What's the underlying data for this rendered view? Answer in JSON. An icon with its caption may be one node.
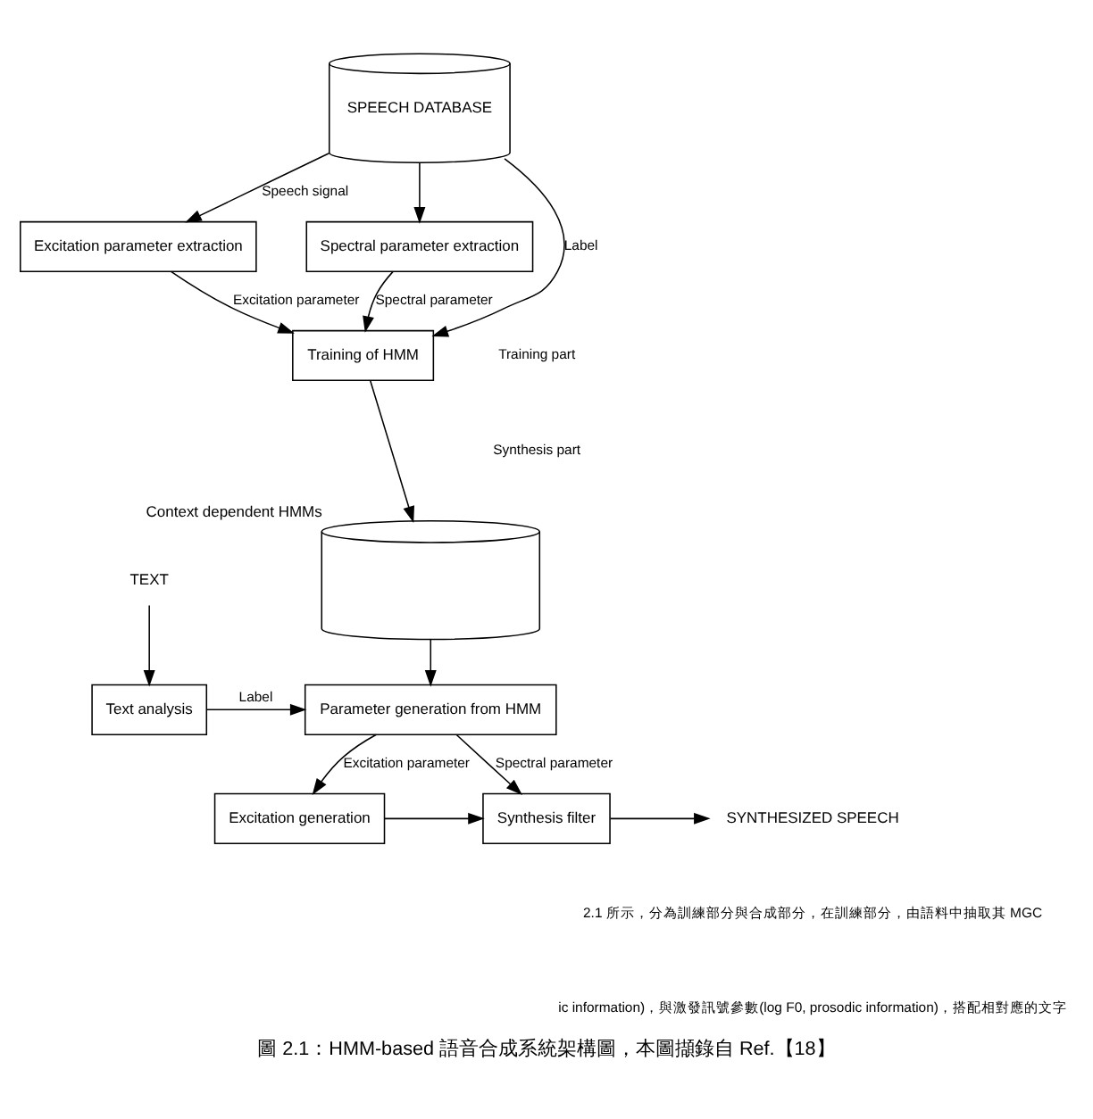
{
  "diagram": {
    "caption": "圖 2.1：HMM-based 語音合成系統架構圖，本圖擷錄自 Ref.【18】",
    "nodes": [
      {
        "text": [
          "SPEECH DATABASE"
        ]
      },
      {
        "text": [
          "Excitation parameter extraction"
        ]
      },
      {
        "text": [
          "Spectral parameter extraction"
        ]
      },
      {
        "text": [
          "Training of HMM"
        ]
      },
      {
        "text": [],
        "shape": "cylinder",
        "beside": [
          "Context dependent HMMs"
        ]
      },
      {
        "text": [
          "TEXT"
        ]
      },
      {
        "text": [
          "Text analysis"
        ]
      },
      {
        "text": [
          "Parameter generation from HMM"
        ]
      },
      {
        "text": [
          "Excitation generation"
        ]
      },
      {
        "text": [
          "Synthesis filter"
        ]
      },
      {
        "text": [
          "SYNTHESIZED SPEECH"
        ]
      }
    ],
    "edges": [
      {
        "from": 0,
        "to": 1,
        "arrow": "to",
        "label": "Speech signal"
      },
      {
        "from": 0,
        "to": 2,
        "arrow": "to"
      },
      {
        "from": 1,
        "to": 3,
        "arrow": "to",
        "label": "Excitation parameter"
      },
      {
        "from": 2,
        "to": 3,
        "arrow": "to",
        "label": "Spectral parameter"
      },
      {
        "from": 0,
        "to": 3,
        "arrow": "to",
        "label": "Label"
      },
      {
        "from": 3,
        "to": 4,
        "arrow": "to"
      },
      {
        "from": 4,
        "to": 7,
        "arrow": "to"
      },
      {
        "from": 5,
        "to": 6,
        "arrow": "to"
      },
      {
        "from": 6,
        "to": 7,
        "arrow": "to",
        "label": "Label"
      },
      {
        "from": 7,
        "to": 8,
        "arrow": "to",
        "label": "Excitation parameter"
      },
      {
        "from": 7,
        "to": 9,
        "arrow": "to",
        "label": "Spectral parameter"
      },
      {
        "from": 8,
        "to": 9,
        "arrow": "to"
      },
      {
        "from": 9,
        "to": 10,
        "arrow": "to"
      }
    ],
    "labels": [
      "Training part",
      "Synthesis part",
      "2.1 所示，分為訓練部分與合成部分，在訓練部分，由語料中抽取其 MGC",
      "ic information)，與激發訊號參數(log F0, prosodic information)，搭配相對應的文字"
    ]
  }
}
